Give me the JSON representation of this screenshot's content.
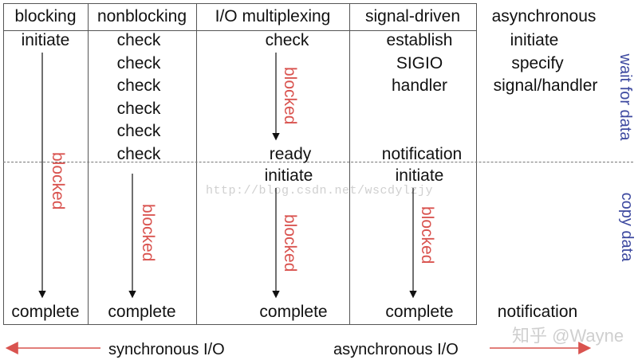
{
  "columns": [
    {
      "header": "blocking"
    },
    {
      "header": "nonblocking"
    },
    {
      "header": "I/O multiplexing"
    },
    {
      "header": "signal-driven"
    },
    {
      "header": "asynchronous"
    }
  ],
  "blocking": {
    "top": "initiate",
    "blocked": "blocked",
    "bottom": "complete"
  },
  "nonblocking": {
    "checks": [
      "check",
      "check",
      "check",
      "check",
      "check",
      "check"
    ],
    "blocked": "blocked",
    "bottom": "complete"
  },
  "multiplexing": {
    "top": "check",
    "blocked_top": "blocked",
    "ready": "ready",
    "initiate": "initiate",
    "blocked_bottom": "blocked",
    "bottom": "complete"
  },
  "signal_driven": {
    "lines": [
      "establish",
      "SIGIO",
      "handler"
    ],
    "notification": "notification",
    "initiate": "initiate",
    "blocked": "blocked",
    "bottom": "complete"
  },
  "asynchronous": {
    "lines": [
      "initiate",
      "specify",
      "signal/handler"
    ],
    "bottom": "notification"
  },
  "side_labels": {
    "wait": "wait for data",
    "copy": "copy data"
  },
  "bottom_labels": {
    "sync": "synchronous I/O",
    "async": "asynchronous I/O"
  },
  "watermark": "http://blog.csdn.net/wscdylzjy",
  "brand": "知乎 @Wayne",
  "colors": {
    "blocked": "#d9534f",
    "side": "#3e4aa0",
    "bottom_arrow": "#d9534f"
  }
}
